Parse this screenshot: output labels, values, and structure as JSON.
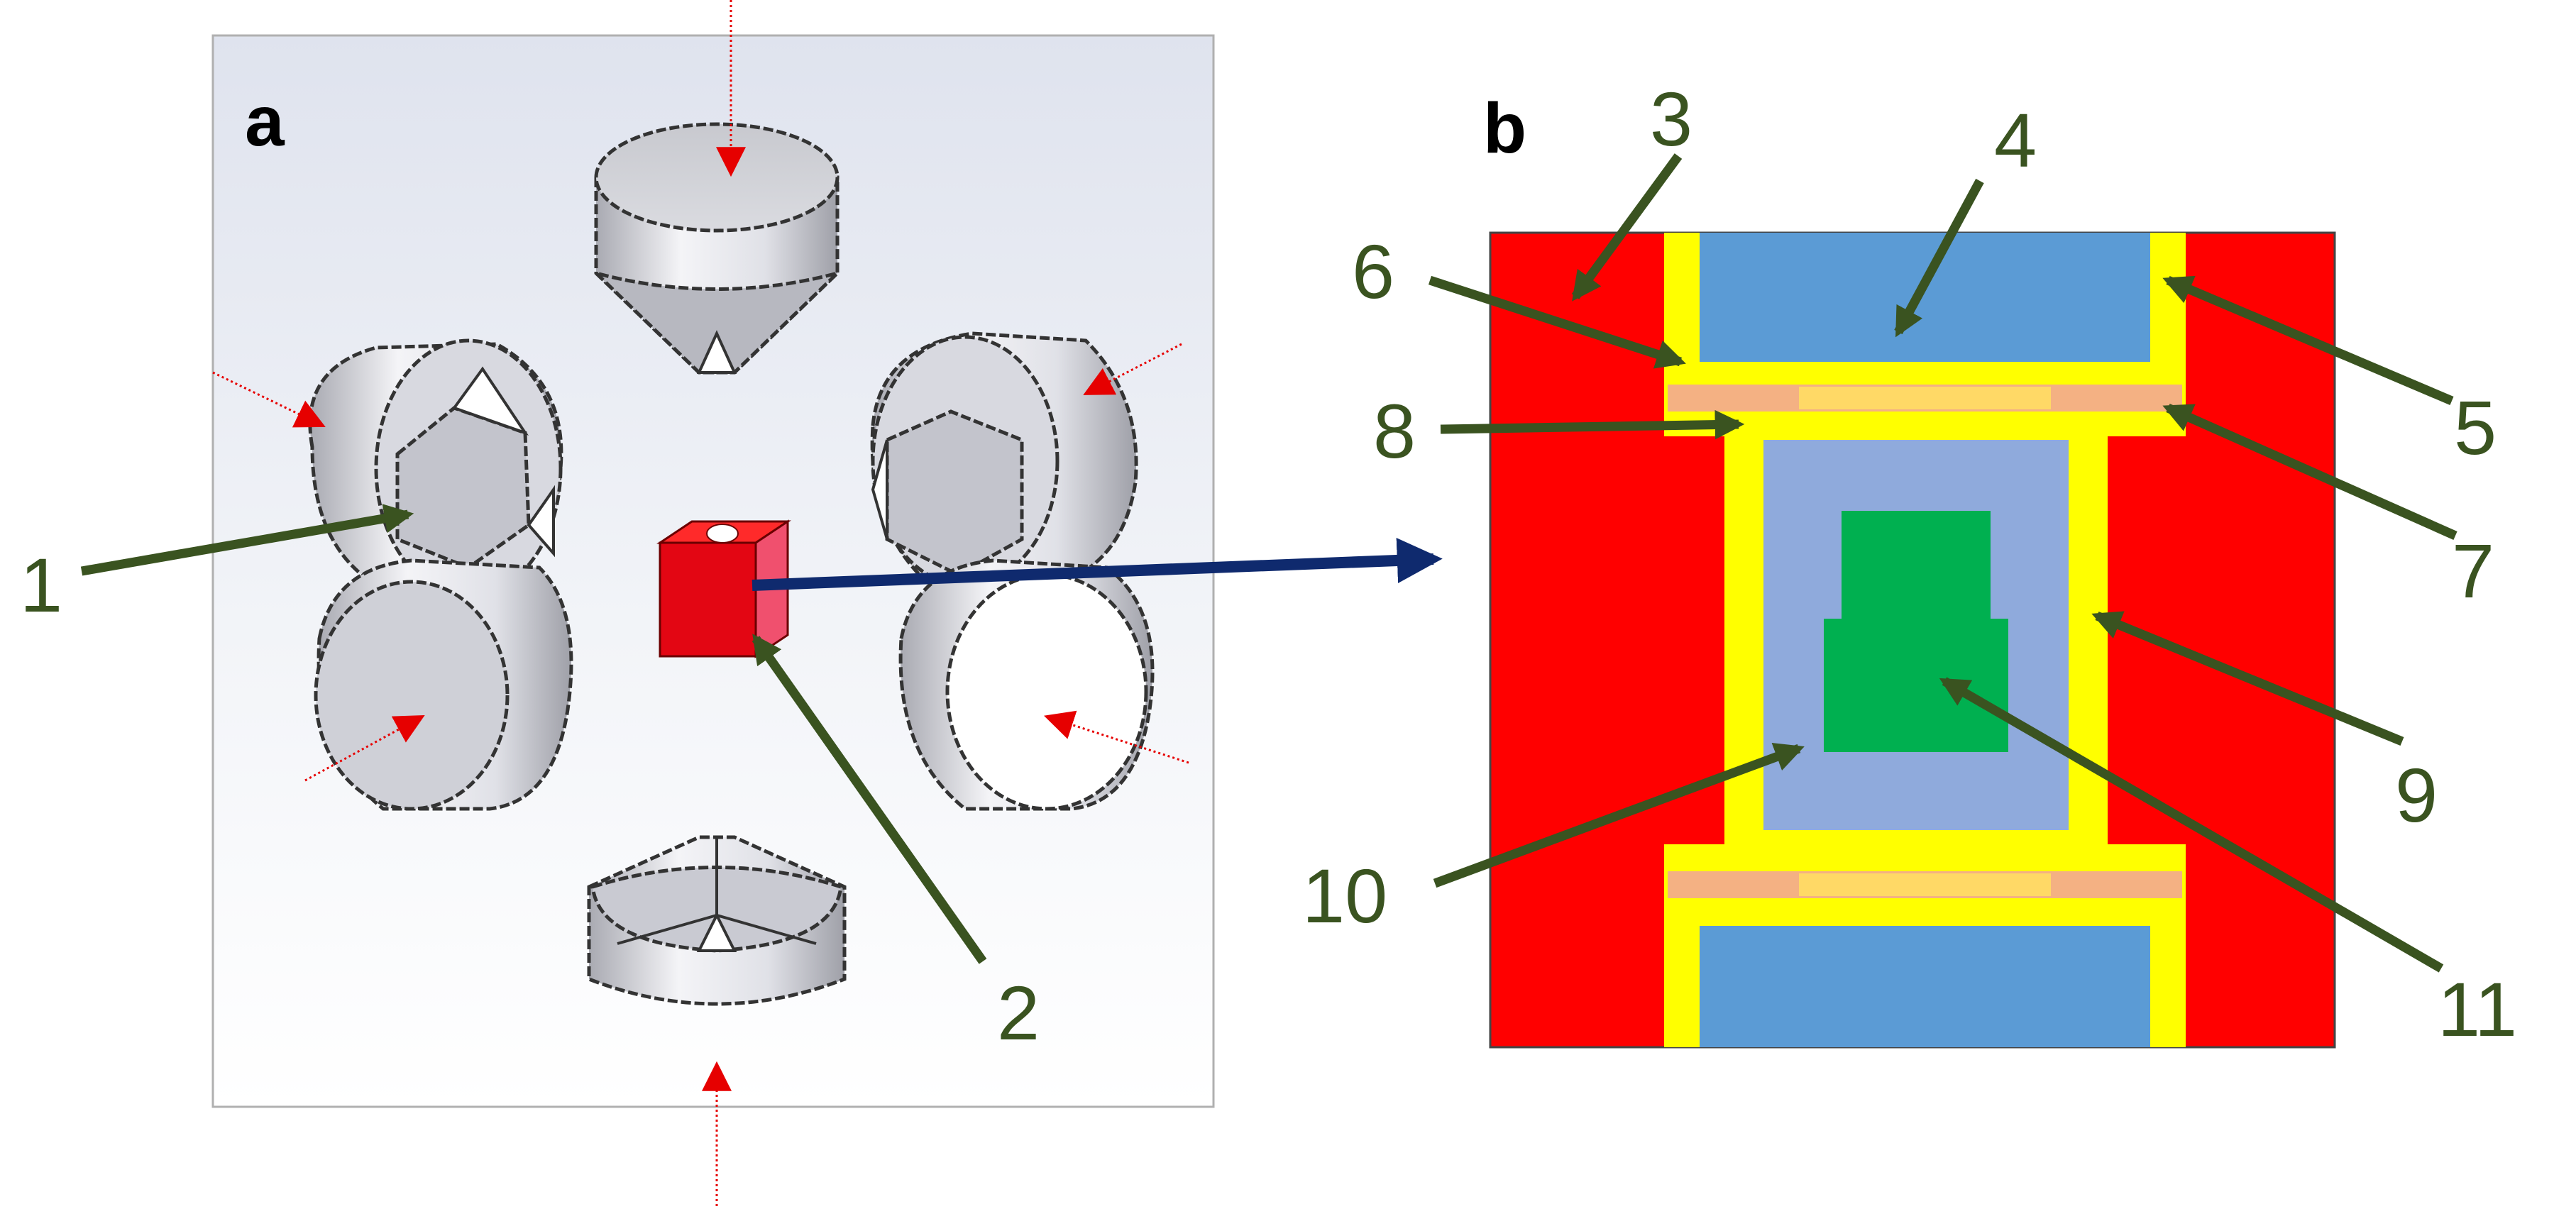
{
  "panels": [
    {
      "id": "a",
      "letter": "a"
    },
    {
      "id": "b",
      "letter": "b"
    }
  ],
  "callouts": [
    {
      "id": "1",
      "label": "1"
    },
    {
      "id": "2",
      "label": "2"
    },
    {
      "id": "3",
      "label": "3"
    },
    {
      "id": "4",
      "label": "4"
    },
    {
      "id": "5",
      "label": "5"
    },
    {
      "id": "6",
      "label": "6"
    },
    {
      "id": "7",
      "label": "7"
    },
    {
      "id": "8",
      "label": "8"
    },
    {
      "id": "9",
      "label": "9"
    },
    {
      "id": "10",
      "label": "10"
    },
    {
      "id": "11",
      "label": "11"
    }
  ],
  "colors": {
    "callout_arrow": "#3a5320",
    "link_arrow": "#0f2a6e",
    "force_arrow": "#e60000",
    "cube_red": "#e30613",
    "cube_pink": "#f0506e",
    "cell_red": "#ff0000",
    "steel_blue": "#5b9bd5",
    "lining_yellow": "#ffff00",
    "disk_salmon": "#f4b183",
    "capsule_lavender": "#8faadc",
    "sample_green": "#00b050"
  }
}
